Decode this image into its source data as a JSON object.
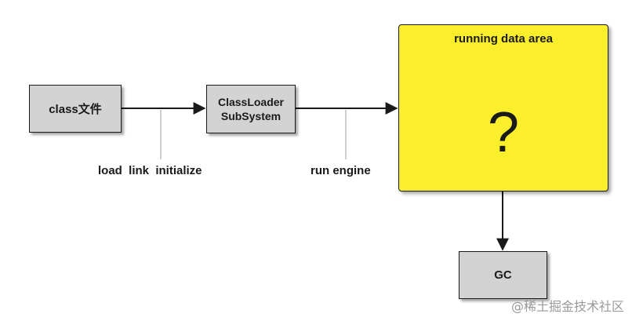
{
  "nodes": {
    "class_file": "class文件",
    "classloader_line1": "ClassLoader",
    "classloader_line2": "SubSystem",
    "running_data_area": "running data area",
    "question_mark": "?",
    "gc": "GC"
  },
  "edge_labels": {
    "load_link_initialize": "load  link  initialize",
    "run_engine": "run engine"
  },
  "watermark": "@稀土掘金技术社区",
  "colors": {
    "box_fill": "#d3d3d3",
    "area_fill": "#fbef2c",
    "stroke": "#1a1a1a",
    "leader_line": "#bdbdbd"
  }
}
